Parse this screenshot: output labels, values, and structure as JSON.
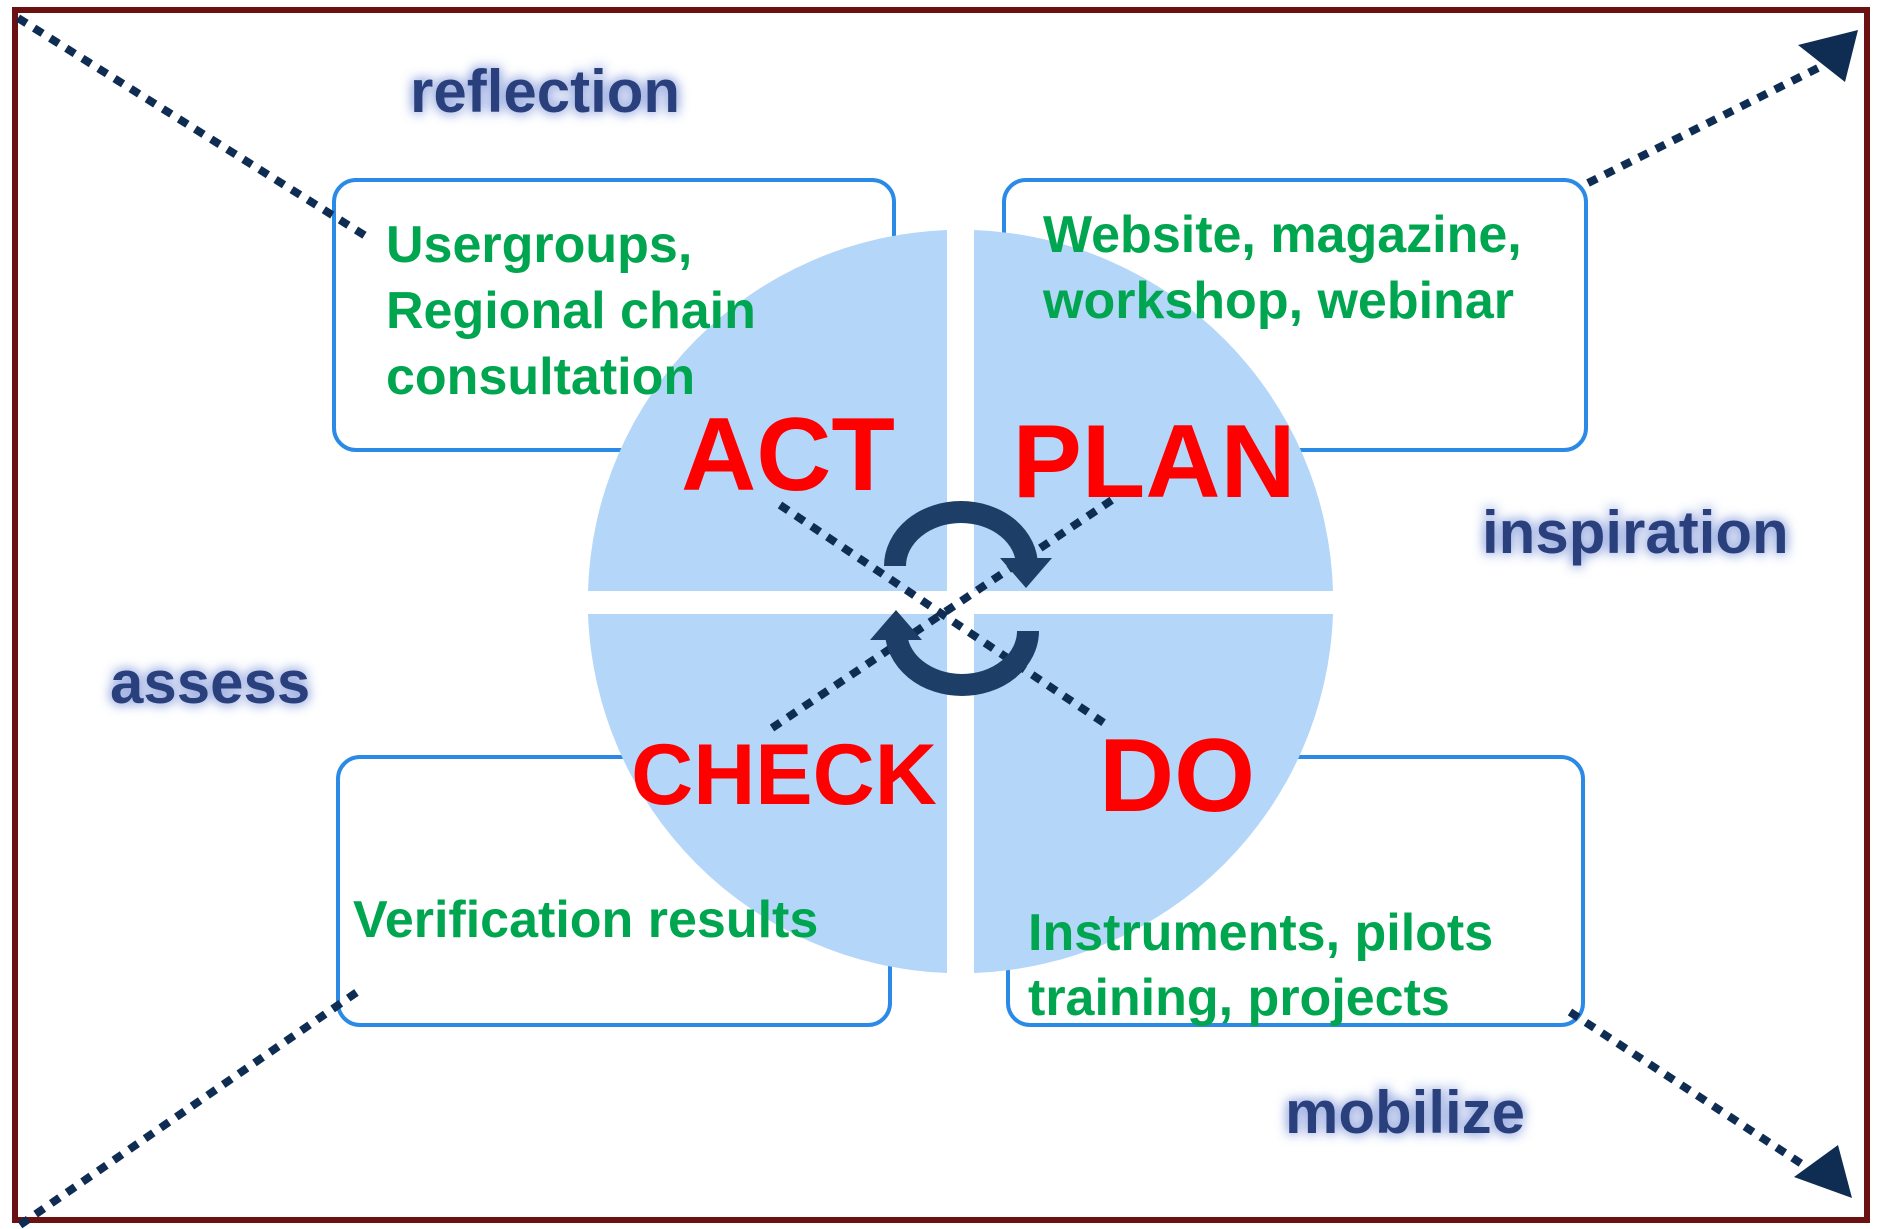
{
  "quadrants": {
    "act": "ACT",
    "plan": "PLAN",
    "check": "CHECK",
    "do": "DO"
  },
  "boxes": {
    "act": [
      "Usergroups,",
      "Regional chain",
      "consultation"
    ],
    "plan": [
      "Website, magazine,",
      "workshop, webinar"
    ],
    "check": [
      "Verification results"
    ],
    "do": [
      "Instruments, pilots",
      "training, projects"
    ]
  },
  "phases": {
    "reflection": "reflection",
    "inspiration": "inspiration",
    "assess": "assess",
    "mobilize": "mobilize"
  },
  "colors": {
    "frame": "#6b1111",
    "circle": "#b3d6f9",
    "box_border": "#2b8ae6",
    "quadrant_text": "#ff0000",
    "box_text": "#00a550",
    "phase_text": "#2a3f7c",
    "arrow": "#0f2d52",
    "cycle_arrow": "#1d3e66"
  },
  "icons": [
    "cycle-arrows-icon",
    "arrow-head-icon"
  ]
}
